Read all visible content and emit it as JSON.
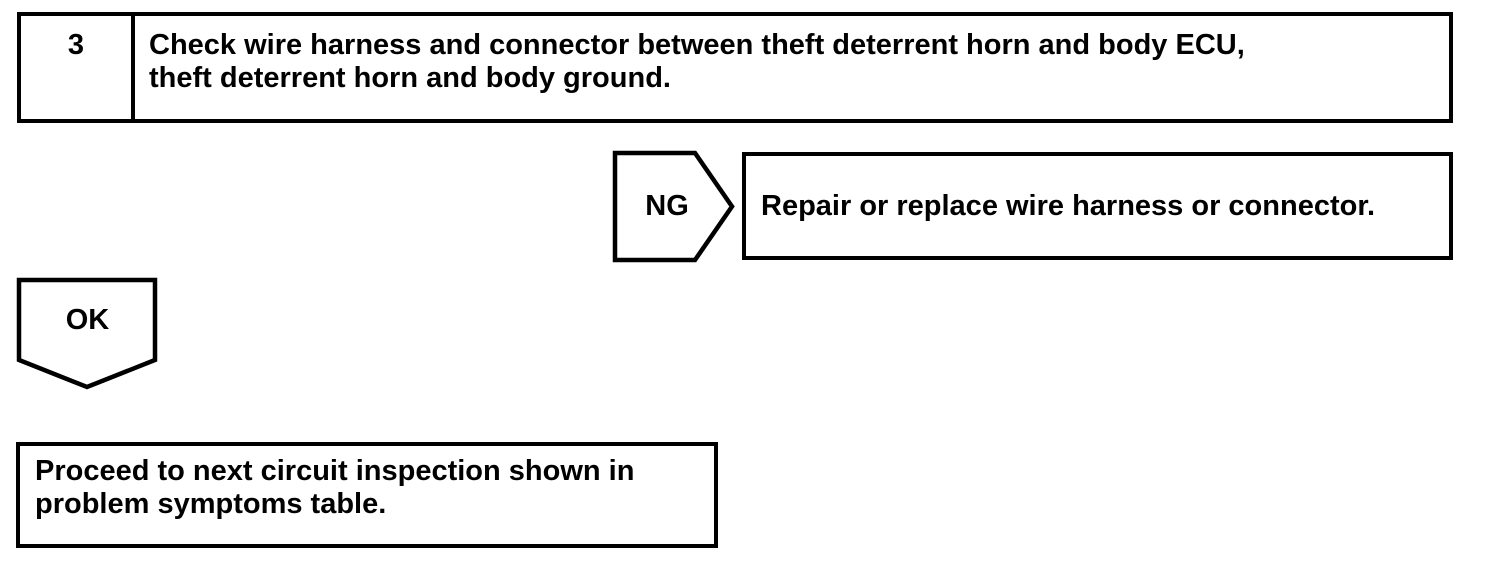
{
  "page": {
    "background_color": "#ffffff",
    "line_color": "#000000"
  },
  "step_row": {
    "number": "3",
    "instruction": "Check wire harness and connector between theft deterrent horn and body ECU,\ntheft deterrent horn and body ground."
  },
  "ng_branch": {
    "connector_label": "NG",
    "action": "Repair or replace wire harness or connector."
  },
  "ok_branch": {
    "connector_label": "OK",
    "action": "Proceed to next circuit inspection shown in\nproblem symptoms table."
  }
}
